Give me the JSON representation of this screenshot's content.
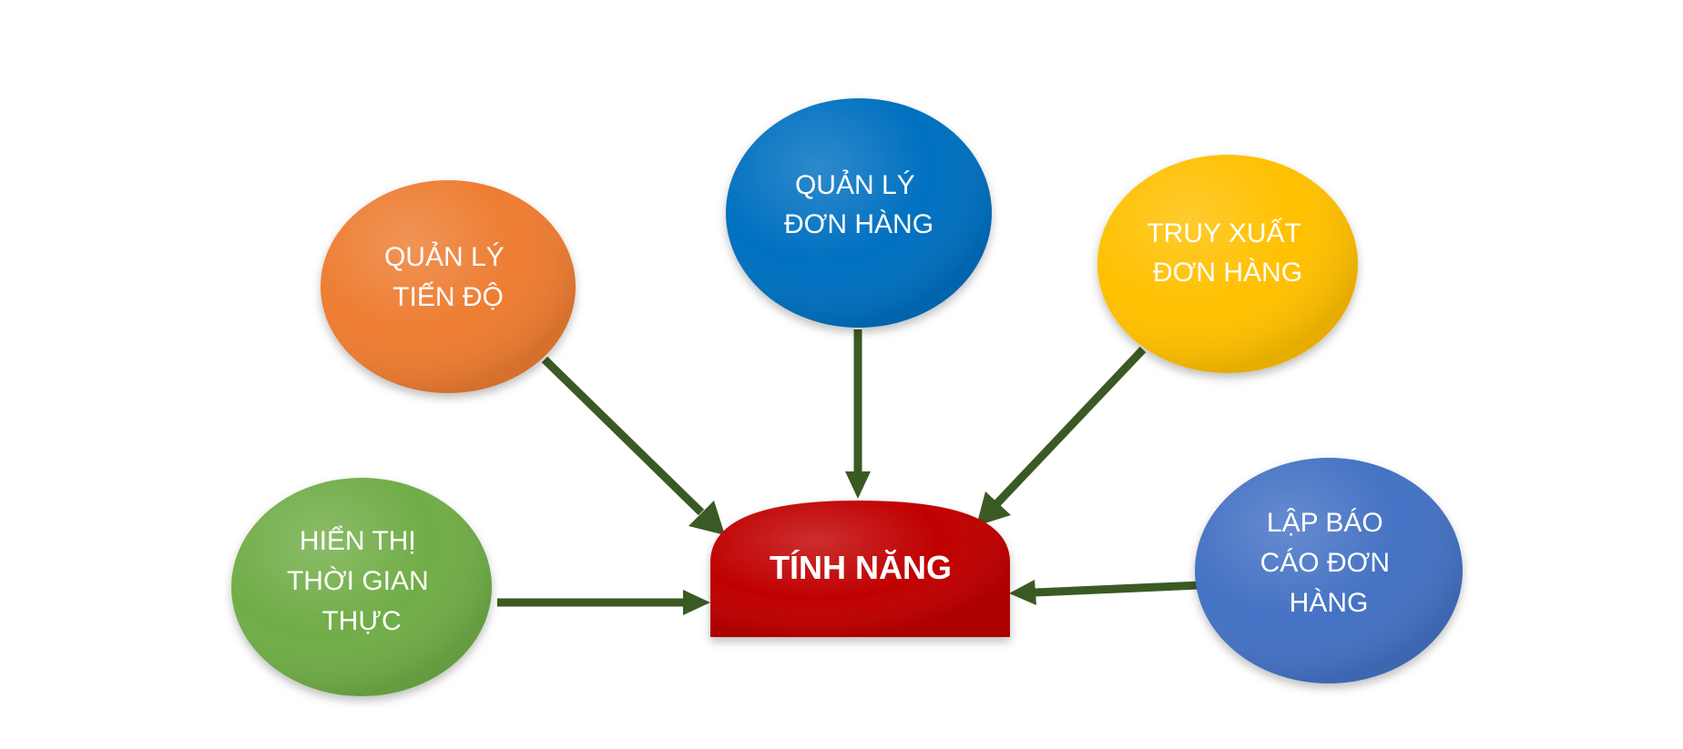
{
  "center": {
    "label": "TÍNH NĂNG",
    "color": "#c00000"
  },
  "nodes": [
    {
      "id": "tien-do",
      "lines": [
        "QUẢN LÝ",
        "TIẾN ĐỘ"
      ],
      "color": "#ed7d31"
    },
    {
      "id": "don-hang",
      "lines": [
        "QUẢN LÝ",
        "ĐƠN HÀNG"
      ],
      "color": "#0070c0"
    },
    {
      "id": "truy-xuat",
      "lines": [
        "TRUY XUẤT",
        "ĐƠN HÀNG"
      ],
      "color": "#ffc000"
    },
    {
      "id": "thoi-gian",
      "lines": [
        "HIỂN THỊ",
        "THỜI GIAN",
        "THỰC"
      ],
      "color": "#70ad47"
    },
    {
      "id": "bao-cao",
      "lines": [
        "LẬP BÁO",
        "CÁO ĐƠN",
        "HÀNG"
      ],
      "color": "#4472c4"
    }
  ],
  "arrow_color": "#3b5a23"
}
